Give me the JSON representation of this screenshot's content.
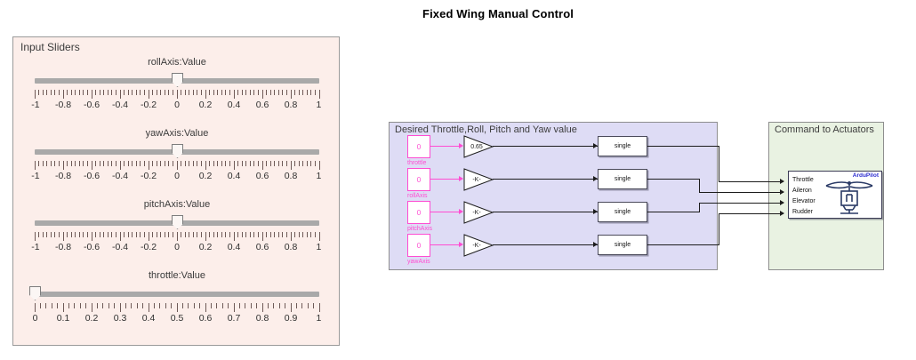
{
  "page": {
    "title": "Fixed Wing Manual Control",
    "background": "#ffffff"
  },
  "sliders_panel": {
    "title": "Input Sliders",
    "background": "#fceeea",
    "border_color": "#9a9a9a",
    "sliders": [
      {
        "name": "rollAxis",
        "label": "rollAxis:Value",
        "min": -1,
        "max": 1,
        "value": 0,
        "major_step": 0.2,
        "minor_divisions": 7,
        "tick_labels": [
          "-1",
          "-0.8",
          "-0.6",
          "-0.4",
          "-0.2",
          "0",
          "0.2",
          "0.4",
          "0.6",
          "0.8",
          "1"
        ]
      },
      {
        "name": "yawAxis",
        "label": "yawAxis:Value",
        "min": -1,
        "max": 1,
        "value": 0,
        "major_step": 0.2,
        "minor_divisions": 7,
        "tick_labels": [
          "-1",
          "-0.8",
          "-0.6",
          "-0.4",
          "-0.2",
          "0",
          "0.2",
          "0.4",
          "0.6",
          "0.8",
          "1"
        ]
      },
      {
        "name": "pitchAxis",
        "label": "pitchAxis:Value",
        "min": -1,
        "max": 1,
        "value": 0,
        "major_step": 0.2,
        "minor_divisions": 7,
        "tick_labels": [
          "-1",
          "-0.8",
          "-0.6",
          "-0.4",
          "-0.2",
          "0",
          "0.2",
          "0.4",
          "0.6",
          "0.8",
          "1"
        ]
      },
      {
        "name": "throttle",
        "label": "throttle:Value",
        "min": 0,
        "max": 1,
        "value": 0,
        "major_step": 0.1,
        "minor_divisions": 5,
        "tick_labels": [
          "0",
          "0.1",
          "0.2",
          "0.3",
          "0.4",
          "0.5",
          "0.6",
          "0.7",
          "0.8",
          "0.9",
          "1"
        ]
      }
    ]
  },
  "diagram": {
    "desired_subsystem": {
      "title": "Desired Throttle,Roll, Pitch and Yaw value",
      "background": "#dedcf5",
      "signal_color": "#ff4dd2",
      "rows": [
        {
          "const_value": "0",
          "const_label": "throttle",
          "gain": "0.65",
          "convert": "single"
        },
        {
          "const_value": "0",
          "const_label": "rollAxis",
          "gain": "-K-",
          "convert": "single"
        },
        {
          "const_value": "0",
          "const_label": "pitchAxis",
          "gain": "-K-",
          "convert": "single"
        },
        {
          "const_value": "0",
          "const_label": "yawAxis",
          "gain": "-K-",
          "convert": "single"
        }
      ]
    },
    "actuators_subsystem": {
      "title": "Command to Actuators",
      "background": "#e9f2e2",
      "block": {
        "brand": "ArduPilot",
        "brand_color": "#2b2bd0",
        "icon": "helicopter-icon",
        "ports": [
          "Throttle",
          "Aileron",
          "Elevator",
          "Rudder"
        ]
      }
    }
  }
}
